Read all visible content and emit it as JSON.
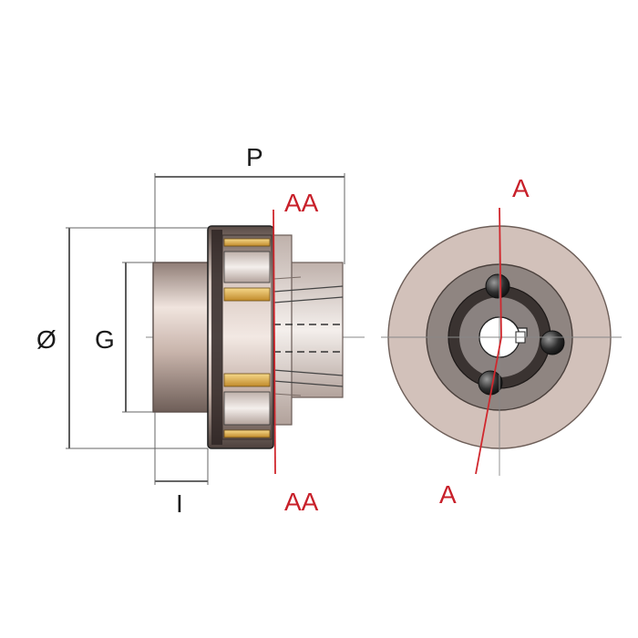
{
  "labels": {
    "length": "P",
    "diameter": "Ø",
    "bore": "G",
    "hub_length": "I",
    "section_side_top": "AA",
    "section_side_bottom": "AA",
    "section_front_top": "A",
    "section_front_bottom": "A"
  },
  "colors": {
    "section_line": "#d0282e",
    "body": "#c9b7ae",
    "insert": "#e0b24e",
    "dark": "#2b2b2b"
  }
}
